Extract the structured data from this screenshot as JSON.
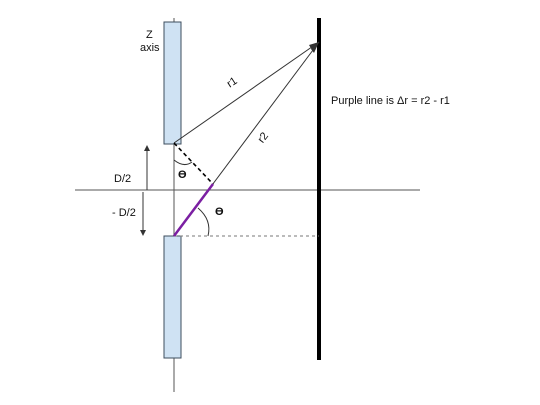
{
  "labels": {
    "z_axis_line1": "Z",
    "z_axis_line2": "axis",
    "r1": "r1",
    "r2": "r2",
    "d_half_pos": "D/2",
    "d_half_neg": "- D/2",
    "theta_top": "ϴ",
    "theta_bottom": "ϴ",
    "note": "Purple line is Δr = r2 - r1"
  },
  "colors": {
    "slit_fill": "#cfe2f3",
    "slit_stroke": "#3c4d5e",
    "path_difference": "#7b1fa2",
    "screen": "#000000",
    "axis": "#555555",
    "ray": "#333333"
  }
}
